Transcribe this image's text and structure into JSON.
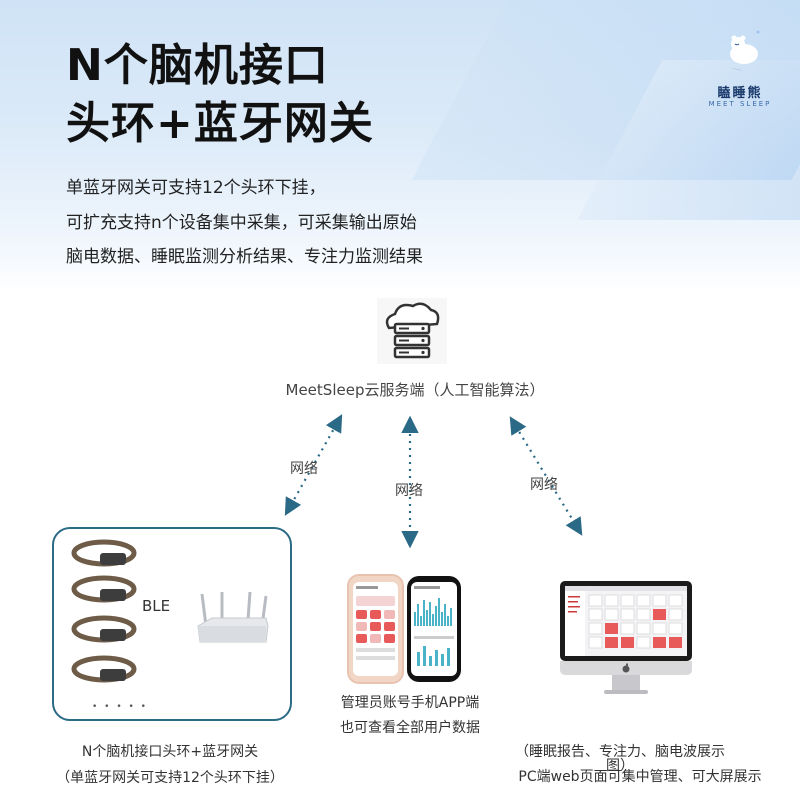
{
  "hero": {
    "title_line1": "N个脑机接口",
    "title_line2": "头环+蓝牙网关",
    "desc_line1": "单蓝牙网关可支持12个头环下挂，",
    "desc_line2": "可扩充支持n个设备集中采集，可采集输出原始",
    "desc_line3": "脑电数据、睡眠监测分析结果、专注力监测结果"
  },
  "logo": {
    "name": "瞌睡熊",
    "subtitle": "MEET SLEEP",
    "icon": "sleeping-bear-moon-icon"
  },
  "diagram": {
    "cloud": {
      "icon": "cloud-server-icon",
      "label": "MeetSleep云服务端（人工智能算法）"
    },
    "links": [
      {
        "label": "网络"
      },
      {
        "label": "网络"
      },
      {
        "label": "网络"
      }
    ],
    "ble_label": "BLE",
    "dots": "• • • • •",
    "headband_group": {
      "caption_line1": "N个脑机接口头环+蓝牙网关",
      "caption_line2": "（单蓝牙网关可支持12个头环下挂）"
    },
    "mobile": {
      "caption_line1": "管理员账号手机APP端",
      "caption_line2": "也可查看全部用户数据"
    },
    "pc": {
      "caption_line1": "（睡眠报告、专注力、脑电波展示图）",
      "caption_line2": "PC端web页面可集中管理、可大屏展示"
    }
  },
  "colors": {
    "box_border": "#2a6b86",
    "arrow": "#2b6a86",
    "tile_red": "#e85a5a"
  }
}
